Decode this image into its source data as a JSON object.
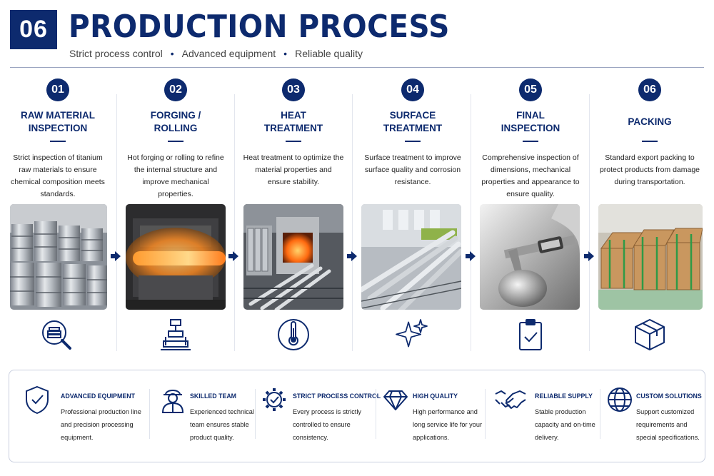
{
  "header": {
    "number": "06",
    "title": "PRODUCTION PROCESS",
    "subtitle": [
      "Strict process control",
      "Advanced equipment",
      "Reliable quality"
    ]
  },
  "steps": [
    {
      "number": "01",
      "title_line1": "RAW MATERIAL",
      "title_line2": "INSPECTION",
      "description": "Strict inspection of titanium raw materials to ensure chemical composition meets standards.",
      "icon": "magnifier-bars-icon"
    },
    {
      "number": "02",
      "title_line1": "FORGING /",
      "title_line2": "ROLLING",
      "description": "Hot forging or rolling to refine the internal structure and improve mechanical properties.",
      "icon": "forging-press-icon"
    },
    {
      "number": "03",
      "title_line1": "HEAT",
      "title_line2": "TREATMENT",
      "description": "Heat treatment to optimize the material properties and ensure stability.",
      "icon": "thermometer-icon"
    },
    {
      "number": "04",
      "title_line1": "SURFACE",
      "title_line2": "TREATMENT",
      "description": "Surface treatment to improve surface quality and corrosion resistance.",
      "icon": "sparkle-icon"
    },
    {
      "number": "05",
      "title_line1": "FINAL",
      "title_line2": "INSPECTION",
      "description": "Comprehensive inspection of dimensions, mechanical properties and appearance to ensure quality.",
      "icon": "clipboard-check-icon"
    },
    {
      "number": "06",
      "title_line1": "PACKING",
      "title_line2": "",
      "description": "Standard export packing to protect products from damage during transportation.",
      "icon": "box-icon"
    }
  ],
  "features": [
    {
      "title": "ADVANCED EQUIPMENT",
      "description": "Professional production line and precision processing equipment.",
      "icon": "shield-check-icon"
    },
    {
      "title": "SKILLED TEAM",
      "description": "Experienced technical team ensures stable product quality.",
      "icon": "worker-icon"
    },
    {
      "title": "STRICT PROCESS CONTROL",
      "description": "Every process is strictly controlled to ensure consistency.",
      "icon": "gear-check-icon"
    },
    {
      "title": "HIGH QUALITY",
      "description": "High performance and long service life for your applications.",
      "icon": "diamond-icon"
    },
    {
      "title": "RELIABLE SUPPLY",
      "description": "Stable production capacity and on-time delivery.",
      "icon": "handshake-icon"
    },
    {
      "title": "CUSTOM SOLUTIONS",
      "description": "Support customized requirements and special specifications.",
      "icon": "globe-icon"
    }
  ],
  "colors": {
    "navy": "#0d2a6e",
    "text": "#222222",
    "rule": "#9aa4c0"
  }
}
